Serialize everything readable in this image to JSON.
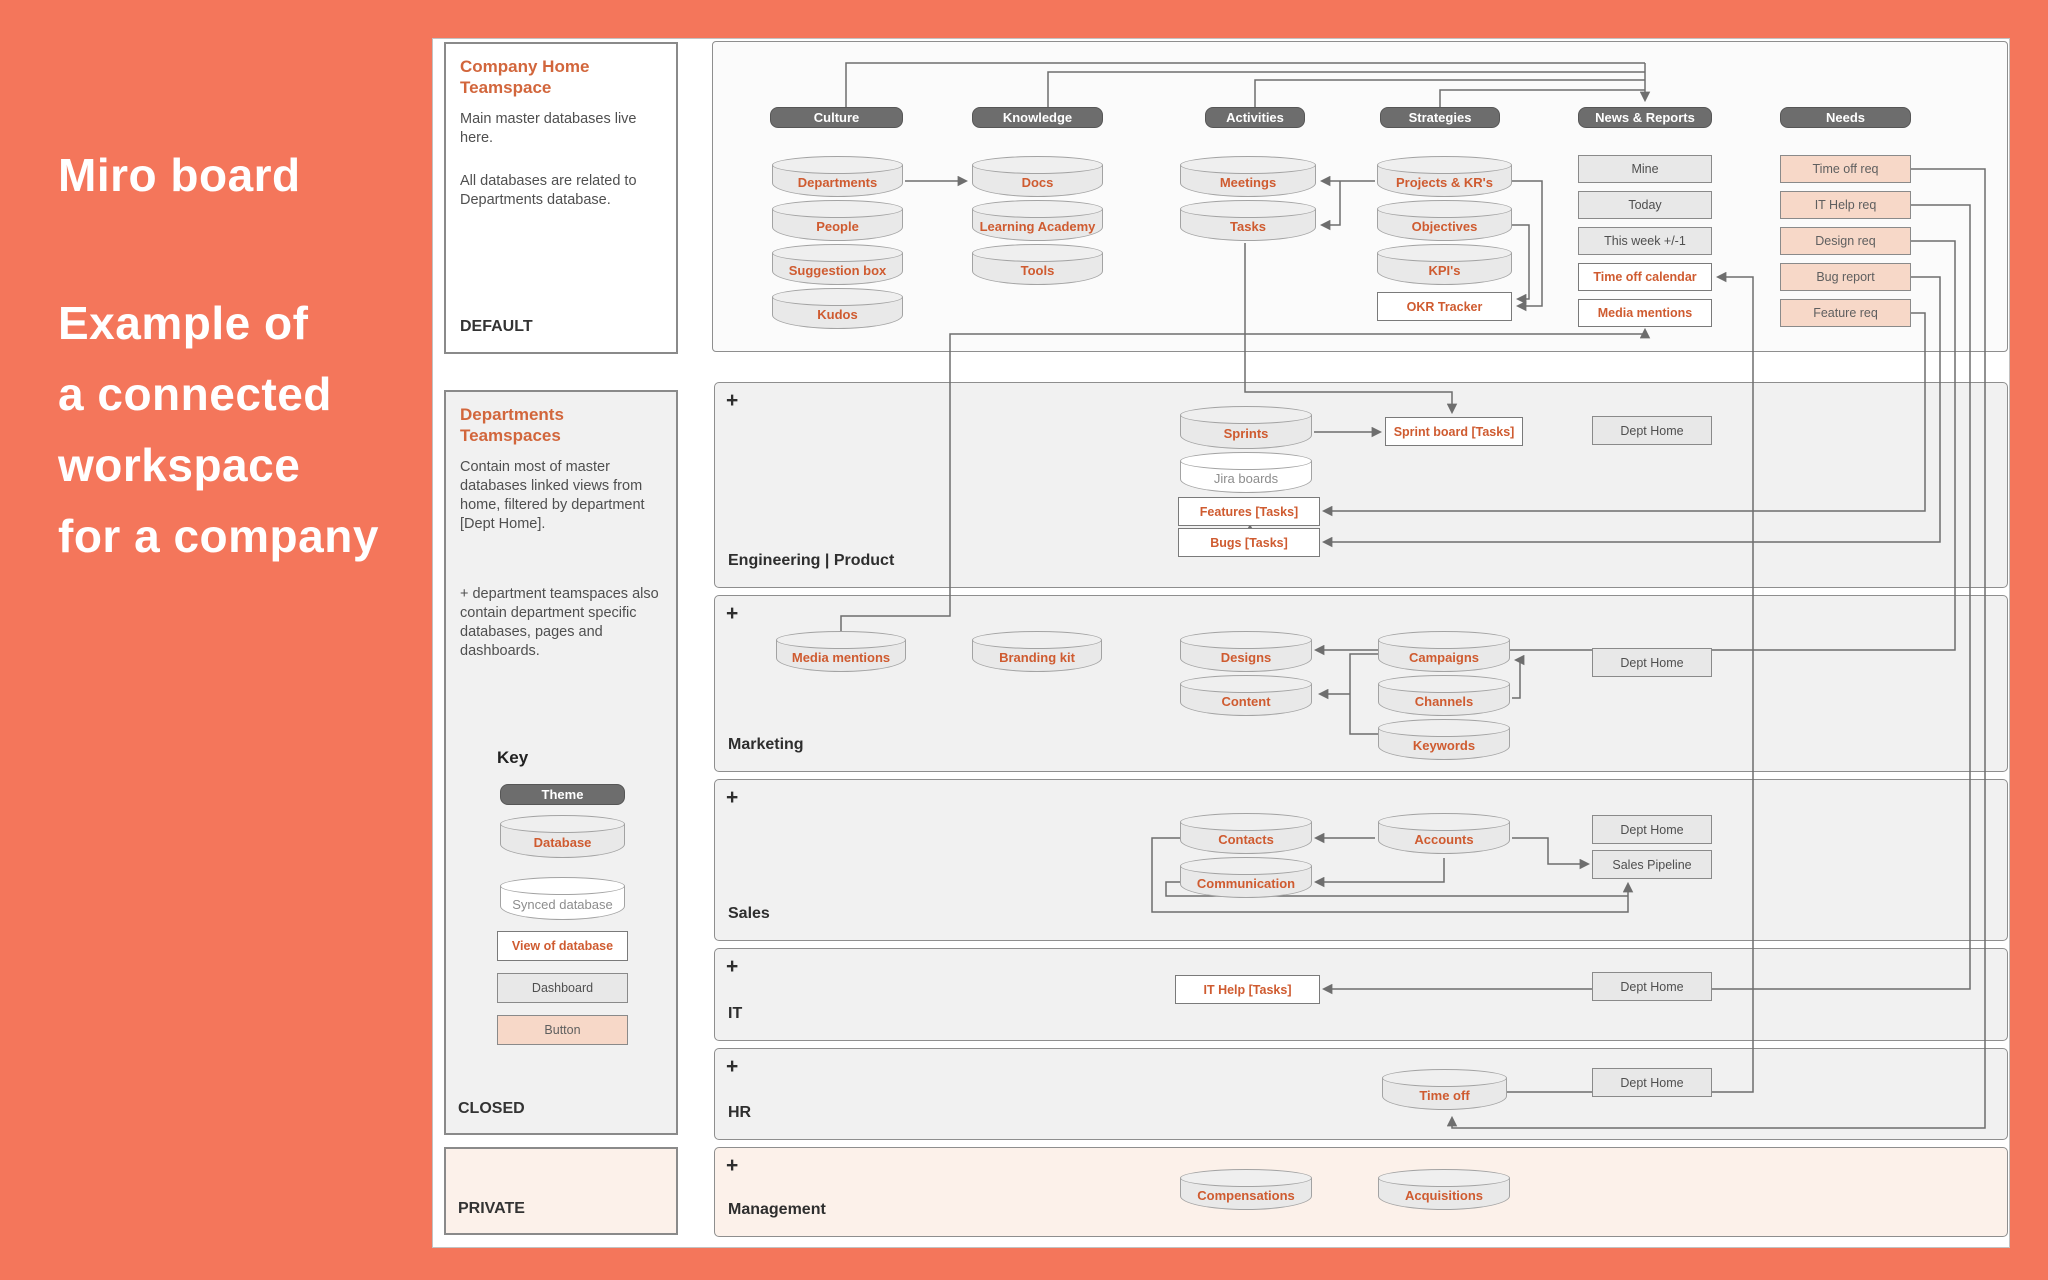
{
  "sidebar": {
    "title": "Miro board",
    "subtitle_lines": [
      "Example of",
      "a connected",
      "workspace",
      "for a company"
    ]
  },
  "panels": {
    "company_home": {
      "title": "Company Home Teamspace",
      "body1": "Main master databases live here.",
      "body2": "All databases are related to Departments database.",
      "footer": "DEFAULT"
    },
    "departments": {
      "title": "Departments Teamspaces",
      "body1": "Contain most of master databases linked views from home, filtered by department [Dept Home].",
      "body2": "+ department teamspaces also contain department specific databases, pages and dashboards.",
      "footer": "CLOSED"
    },
    "private": {
      "footer": "PRIVATE"
    }
  },
  "key": {
    "title": "Key",
    "items": [
      {
        "label": "Theme",
        "type": "theme"
      },
      {
        "label": "Database",
        "type": "database"
      },
      {
        "label": "Synced database",
        "type": "synced"
      },
      {
        "label": "View of database",
        "type": "view"
      },
      {
        "label": "Dashboard",
        "type": "dashboard"
      },
      {
        "label": "Button",
        "type": "button"
      }
    ]
  },
  "home_columns": [
    {
      "header": "Culture",
      "items": [
        {
          "label": "Departments",
          "type": "database"
        },
        {
          "label": "People",
          "type": "database"
        },
        {
          "label": "Suggestion box",
          "type": "database"
        },
        {
          "label": "Kudos",
          "type": "database"
        }
      ]
    },
    {
      "header": "Knowledge",
      "items": [
        {
          "label": "Docs",
          "type": "database"
        },
        {
          "label": "Learning Academy",
          "type": "database"
        },
        {
          "label": "Tools",
          "type": "database"
        }
      ]
    },
    {
      "header": "Activities",
      "items": [
        {
          "label": "Meetings",
          "type": "database"
        },
        {
          "label": "Tasks",
          "type": "database"
        }
      ]
    },
    {
      "header": "Strategies",
      "items": [
        {
          "label": "Projects & KR's",
          "type": "database"
        },
        {
          "label": "Objectives",
          "type": "database"
        },
        {
          "label": "KPI's",
          "type": "database"
        },
        {
          "label": "OKR Tracker",
          "type": "view"
        }
      ]
    },
    {
      "header": "News & Reports",
      "items": [
        {
          "label": "Mine",
          "type": "dashboard"
        },
        {
          "label": "Today",
          "type": "dashboard"
        },
        {
          "label": "This week +/-1",
          "type": "dashboard"
        },
        {
          "label": "Time off calendar",
          "type": "view"
        },
        {
          "label": "Media mentions",
          "type": "view"
        }
      ]
    },
    {
      "header": "Needs",
      "items": [
        {
          "label": "Time off req",
          "type": "button"
        },
        {
          "label": "IT Help req",
          "type": "button"
        },
        {
          "label": "Design req",
          "type": "button"
        },
        {
          "label": "Bug report",
          "type": "button"
        },
        {
          "label": "Feature req",
          "type": "button"
        }
      ]
    }
  ],
  "rows": [
    {
      "name": "Engineering | Product",
      "plus": "+",
      "nodes": [
        {
          "label": "Sprints",
          "type": "database"
        },
        {
          "label": "Jira boards",
          "type": "synced"
        },
        {
          "label": "Features [Tasks]",
          "type": "view"
        },
        {
          "label": "Bugs [Tasks]",
          "type": "view"
        },
        {
          "label": "Sprint board [Tasks]",
          "type": "view"
        },
        {
          "label": "Dept Home",
          "type": "dashboard"
        }
      ]
    },
    {
      "name": "Marketing",
      "plus": "+",
      "nodes": [
        {
          "label": "Media mentions",
          "type": "database"
        },
        {
          "label": "Branding kit",
          "type": "database"
        },
        {
          "label": "Designs",
          "type": "database"
        },
        {
          "label": "Content",
          "type": "database"
        },
        {
          "label": "Campaigns",
          "type": "database"
        },
        {
          "label": "Channels",
          "type": "database"
        },
        {
          "label": "Keywords",
          "type": "database"
        },
        {
          "label": "Dept Home",
          "type": "dashboard"
        }
      ]
    },
    {
      "name": "Sales",
      "plus": "+",
      "nodes": [
        {
          "label": "Contacts",
          "type": "database"
        },
        {
          "label": "Communication",
          "type": "database"
        },
        {
          "label": "Accounts",
          "type": "database"
        },
        {
          "label": "Dept Home",
          "type": "dashboard"
        },
        {
          "label": "Sales Pipeline",
          "type": "dashboard"
        }
      ]
    },
    {
      "name": "IT",
      "plus": "+",
      "nodes": [
        {
          "label": "IT Help [Tasks]",
          "type": "view"
        },
        {
          "label": "Dept Home",
          "type": "dashboard"
        }
      ]
    },
    {
      "name": "HR",
      "plus": "+",
      "nodes": [
        {
          "label": "Time off",
          "type": "database"
        },
        {
          "label": "Dept Home",
          "type": "dashboard"
        }
      ]
    },
    {
      "name": "Management",
      "plus": "+",
      "tint": "pink",
      "nodes": [
        {
          "label": "Compensations",
          "type": "database"
        },
        {
          "label": "Acquisitions",
          "type": "database"
        }
      ]
    }
  ],
  "colors": {
    "surround": "#f4765b",
    "accent_text": "#cf5b30",
    "theme_fill": "#6d6d6d",
    "button_fill": "#f7d8c8",
    "row_fill": "#f1f1f1",
    "private_fill": "#fcf1ea"
  }
}
